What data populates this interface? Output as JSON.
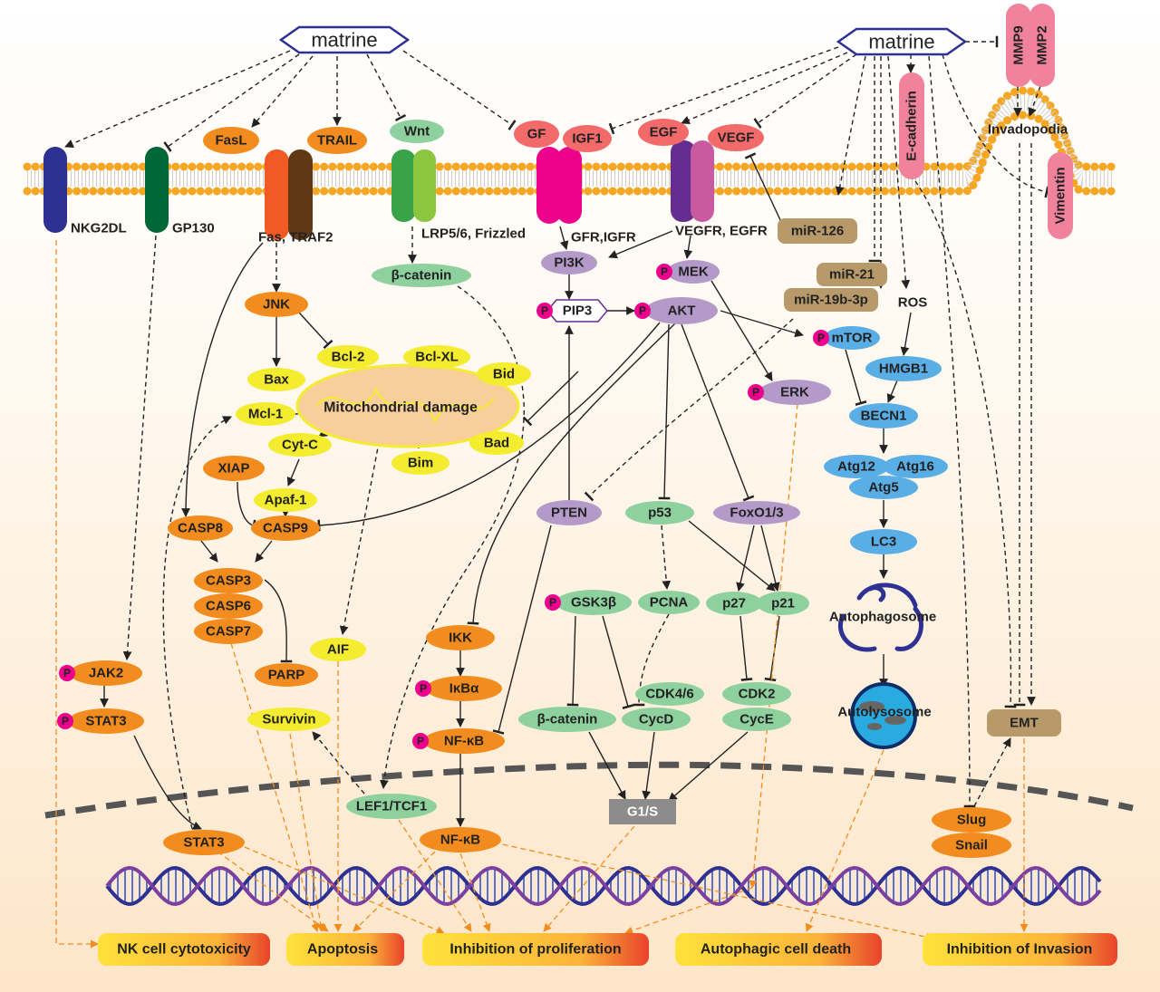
{
  "colors": {
    "orange": "#f28c1e",
    "yellow": "#f4ec2e",
    "green": "#8fd19e",
    "purple": "#b49ac8",
    "blue": "#5aaee6",
    "brown": "#b89a6a",
    "pink": "#ec008c",
    "red_cell": "#f26a6a",
    "pink_mmp": "#f0829b",
    "membrane_head": "#f5a623",
    "result_red": "#e8432a",
    "result_yellow": "#ffe23b",
    "arrow_orange": "#f28c1e",
    "nuclear_dash": "#555555"
  },
  "drug": {
    "left": "matrine",
    "right": "matrine"
  },
  "receptors": {
    "nkg2dl": "NKG2DL",
    "gp130": "GP130",
    "fas_traf2": "Fas, TRAF2",
    "lrp": "LRP5/6, Frizzled",
    "gfr": "GFR,IGFR",
    "vegfr": "VEGFR, EGFR"
  },
  "ligands": {
    "fasl": "FasL",
    "trail": "TRAIL",
    "wnt": "Wnt",
    "gf": "GF",
    "igf1": "IGF1",
    "egf": "EGF",
    "vegf": "VEGF"
  },
  "phospho": "P",
  "mito": {
    "label": "Mitochondrial damage",
    "bcl2": "Bcl-2",
    "bclxl": "Bcl-XL",
    "bid": "Bid",
    "bax": "Bax",
    "mcl1": "Mcl-1",
    "cytc": "Cyt-C",
    "bim": "Bim",
    "bad": "Bad"
  },
  "apoptosis_path": {
    "jnk": "JNK",
    "xiap": "XIAP",
    "apaf1": "Apaf-1",
    "casp8": "CASP8",
    "casp9": "CASP9",
    "casp3": "CASP3",
    "casp6": "CASP6",
    "casp7": "CASP7",
    "parp": "PARP",
    "aif": "AIF",
    "survivin": "Survivin"
  },
  "jak_stat": {
    "jak2": "JAK2",
    "stat3": "STAT3",
    "stat3_nuc": "STAT3"
  },
  "wnt_path": {
    "beta_catenin": "β-catenin",
    "lef1": "LEF1/TCF1",
    "beta_catenin2": "β-catenin",
    "gsk3b": "GSK3β"
  },
  "pi3k_path": {
    "pi3k": "PI3K",
    "pip3": "PIP3",
    "akt": "AKT",
    "mek": "MEK",
    "erk": "ERK",
    "mtor": "mTOR",
    "pten": "PTEN",
    "p53": "p53",
    "foxo": "FoxO1/3",
    "pcna": "PCNA",
    "p27": "p27",
    "p21": "p21",
    "cdk46": "CDK4/6",
    "cycd": "CycD",
    "cdk2": "CDK2",
    "cyce": "CycE",
    "g1s": "G1/S"
  },
  "nfkb_path": {
    "ikk": "IKK",
    "ikba": "IκBα",
    "nfkb": "NF-κB",
    "nfkb_nuc": "NF-κB"
  },
  "mirna": {
    "mir126": "miR-126",
    "mir21": "miR-21",
    "mir19b": "miR-19b-3p"
  },
  "autophagy": {
    "ros": "ROS",
    "hmgb1": "HMGB1",
    "becn1": "BECN1",
    "atg12": "Atg12",
    "atg16": "Atg16",
    "atg5": "Atg5",
    "lc3": "LC3",
    "autophagosome": "Autophagosome",
    "autolysosome": "Autolysosome"
  },
  "invasion": {
    "mmp9": "MMP9",
    "mmp2": "MMP2",
    "invadopodia": "Invadopodia",
    "ecadherin": "E-cadherin",
    "vimentin": "Vimentin",
    "emt": "EMT",
    "slug": "Slug",
    "snail": "Snail"
  },
  "outcomes": {
    "nk": "NK cell cytotoxicity",
    "apoptosis": "Apoptosis",
    "proliferation": "Inhibition of proliferation",
    "autophagic": "Autophagic cell death",
    "invasion": "Inhibition of Invasion"
  }
}
